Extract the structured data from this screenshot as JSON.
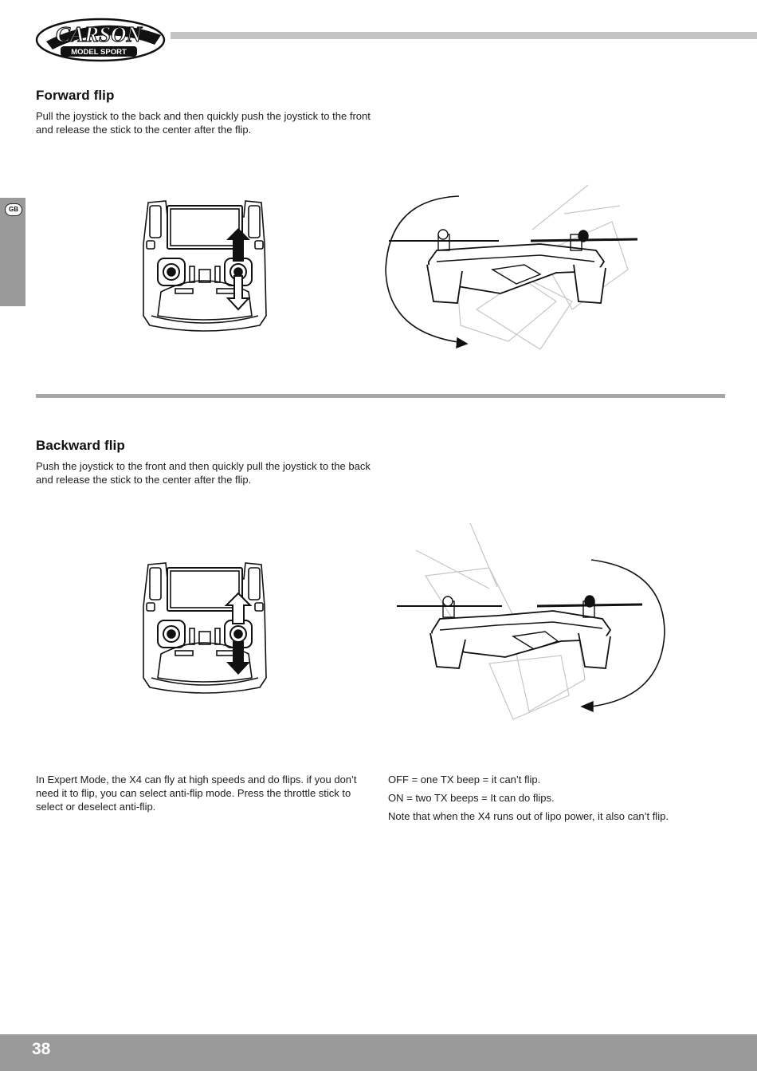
{
  "brand": {
    "logo_main": "CARSON",
    "logo_sub": "MODEL SPORT"
  },
  "side_tab": {
    "label": "GB"
  },
  "sections": {
    "forward": {
      "title": "Forward flip",
      "text": "Pull the joystick to the back and then quickly push the joystick to the front and release the stick to the center after the flip."
    },
    "backward": {
      "title": "Backward flip",
      "text": "Push the joystick to the front and then quickly pull the joystick to the back and release the stick to the center after the flip."
    }
  },
  "expert": {
    "text": "In Expert Mode, the X4 can fly at high speeds and do flips. if you don’t need it to flip, you can select anti-flip mode. Press the throttle stick to select or deselect anti-flip."
  },
  "status": {
    "off": "OFF = one TX beep = it can’t flip.",
    "on": "ON = two TX beeps = It can do flips.",
    "note": "Note that when the X4 runs out of lipo power, it also can’t flip."
  },
  "footer": {
    "page_number": "38"
  },
  "colors": {
    "header_bar": "#c4c4c4",
    "side_tab": "#9a9a9a",
    "divider": "#a6a6a6",
    "footer": "#9a9a9a"
  },
  "icons": {
    "logo": "carson-logo-icon",
    "controller": "transmitter-icon",
    "drone": "quadcopter-icon"
  }
}
